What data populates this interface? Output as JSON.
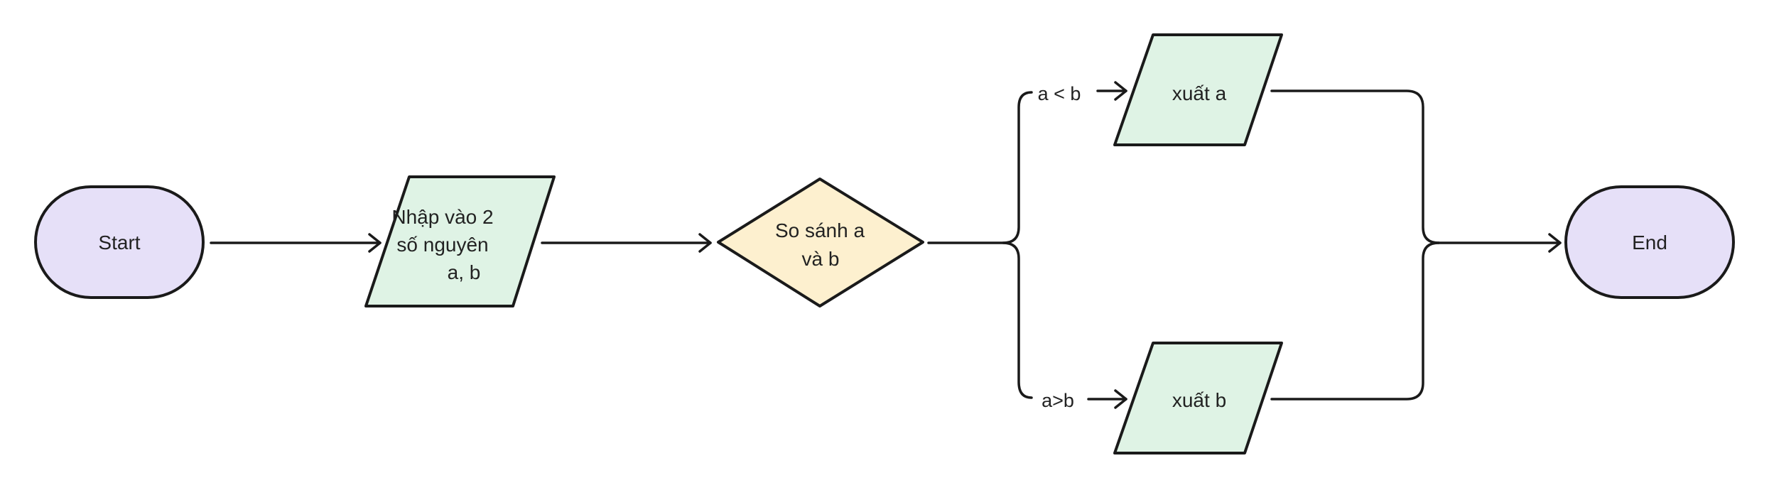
{
  "diagram": {
    "type": "flowchart",
    "nodes": {
      "start": {
        "label": "Start",
        "shape": "terminator",
        "fill": "#e6e0f8"
      },
      "input": {
        "lines": [
          "Nhập vào 2",
          "số nguyên",
          "a, b"
        ],
        "shape": "parallelogram",
        "fill": "#dff3e5"
      },
      "decision": {
        "lines": [
          "So sánh a",
          "và b"
        ],
        "shape": "diamond",
        "fill": "#fdf0cf"
      },
      "output_a": {
        "label": "xuất a",
        "shape": "parallelogram",
        "fill": "#dff3e5"
      },
      "output_b": {
        "label": "xuất b",
        "shape": "parallelogram",
        "fill": "#dff3e5"
      },
      "end": {
        "label": "End",
        "shape": "terminator",
        "fill": "#e6e0f8"
      }
    },
    "edges": {
      "a_less_b": {
        "label": "a < b"
      },
      "a_greater_b": {
        "label": "a>b"
      }
    },
    "stroke_color": "#1a1a1a"
  }
}
